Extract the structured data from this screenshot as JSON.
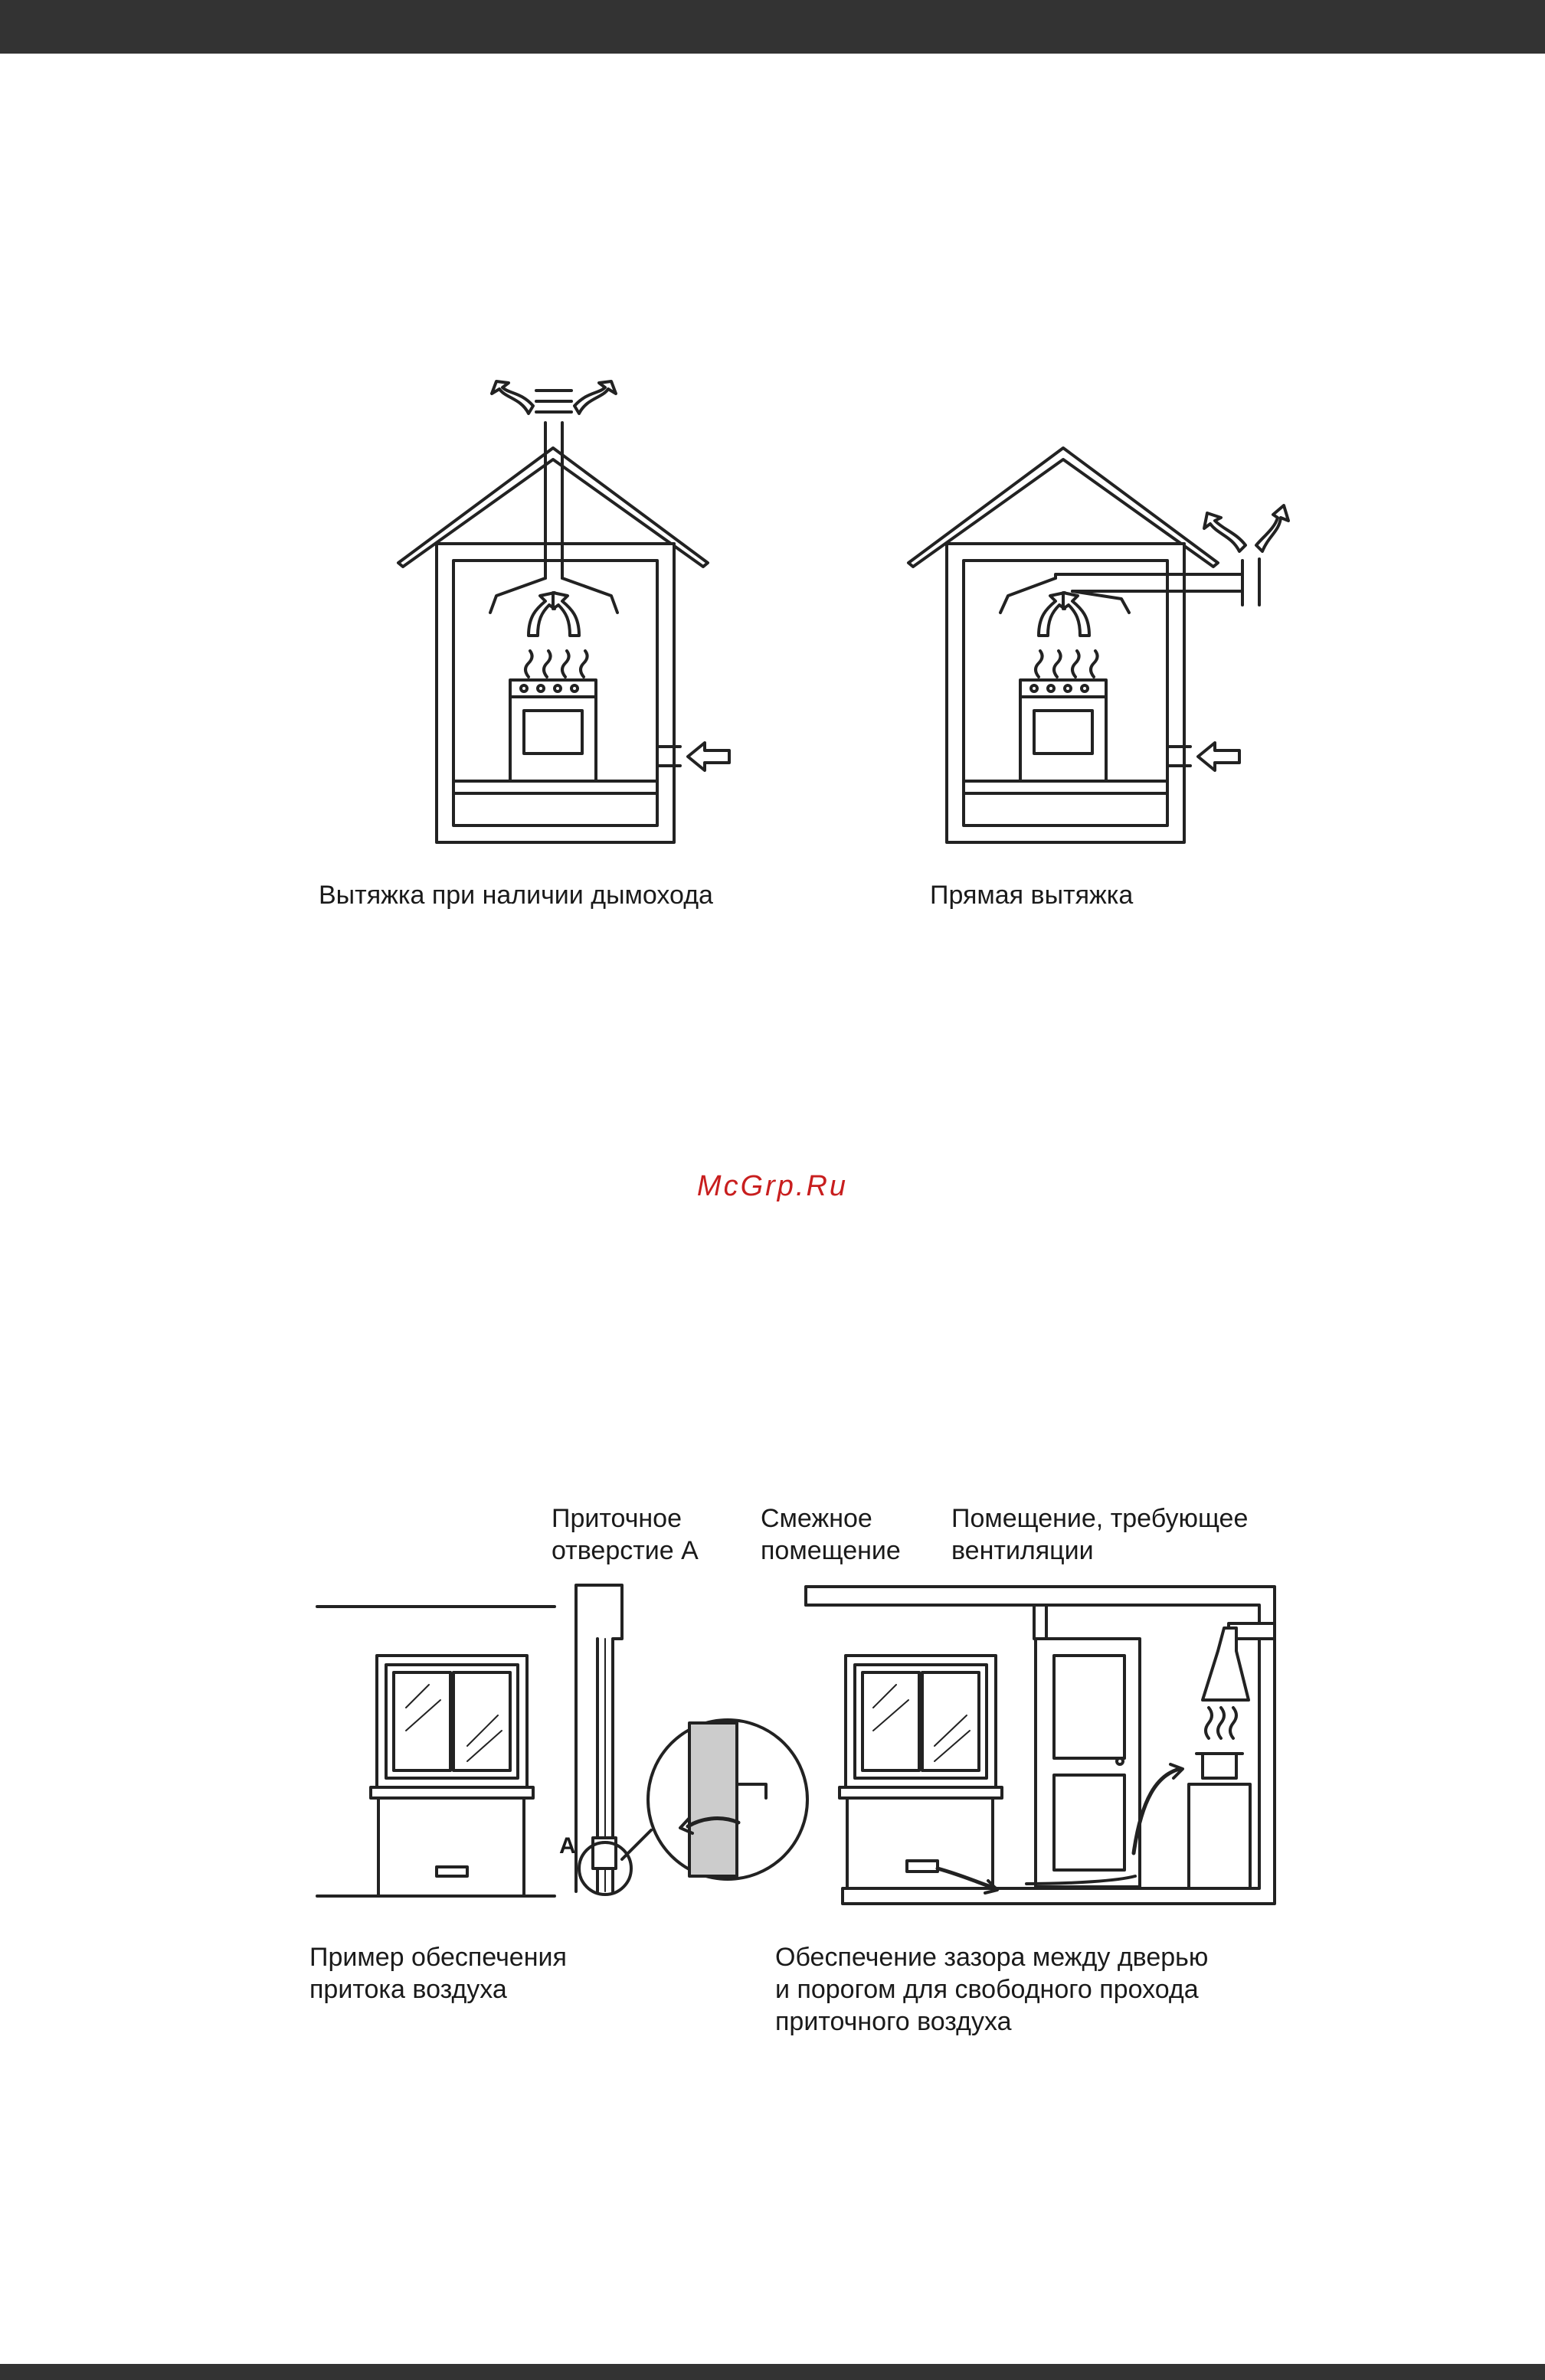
{
  "figure_top": {
    "caption_left": "Вытяжка при наличии дымохода",
    "caption_right": "Прямая вытяжка"
  },
  "watermark": "McGrp.Ru",
  "figure_bottom": {
    "label_supply_opening": "Приточное\nотверстие А",
    "label_adjacent_room": "Смежное\nпомещение",
    "label_ventilated_room": "Помещение, требующее\nвентиляции",
    "marker_a": "A",
    "caption_left": "Пример обеспечения\nпритока воздуха",
    "caption_right": "Обеспечение зазора между дверью\nи порогом для свободного прохода\n приточного воздуха"
  }
}
